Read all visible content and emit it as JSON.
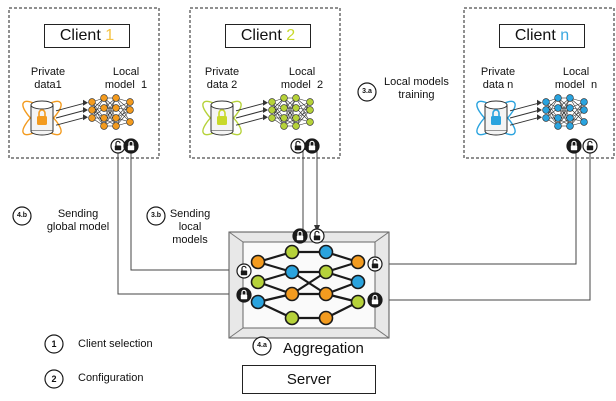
{
  "clients": [
    {
      "title": "Client ",
      "index": "1",
      "index_color": "#f5c242",
      "private_label": "Private\ndata1",
      "model_label": "Local\nmodel  1",
      "ring_color": "#f39b1f",
      "node_color": "#f39b1f",
      "lock_color": "#f39b1f"
    },
    {
      "title": "Client ",
      "index": "2",
      "index_color": "#c8d92a",
      "private_label": "Private\ndata 2",
      "model_label": "Local\nmodel  2",
      "ring_color": "#b6d23a",
      "node_color": "#b6d23a",
      "lock_color": "#c8d92a"
    },
    {
      "title": "Client ",
      "index": "n",
      "index_color": "#3aa7e0",
      "private_label": "Private\ndata n",
      "model_label": "Local\nmodel  n",
      "ring_color": "#2aa3de",
      "node_color": "#2aa3de",
      "lock_color": "#2aa3de"
    }
  ],
  "steps": {
    "s3a": {
      "badge": "3.a",
      "text": "Local models\ntraining"
    },
    "s3b": {
      "badge": "3.b",
      "text": "Sending\nlocal\nmodels"
    },
    "s4a": {
      "badge": "4.a",
      "text": "Aggregation"
    },
    "s4b": {
      "badge": "4.b",
      "text": "Sending\nglobal model"
    },
    "s1": {
      "badge": "1",
      "text": "Client selection"
    },
    "s2": {
      "badge": "2",
      "text": "Configuration"
    }
  },
  "server": {
    "label": "Server"
  },
  "colors": {
    "orange": "#f39b1f",
    "green": "#b6d23a",
    "blue": "#2aa3de",
    "dark": "#1a1a1a",
    "lock_dark": "#222222"
  },
  "icons": [
    "open-lock-icon",
    "closed-lock-icon",
    "database-lock-icon",
    "neural-network-icon"
  ]
}
